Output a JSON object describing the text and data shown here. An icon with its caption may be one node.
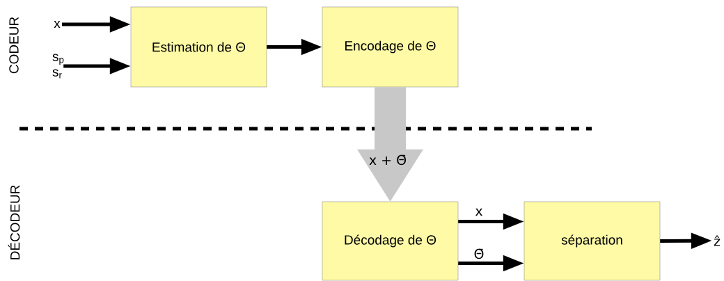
{
  "diagram": {
    "nodes": [
      {
        "text": [
          "x"
        ]
      },
      {
        "text": [
          "s$_{p}$ s$_{r}$"
        ]
      },
      {
        "text": [
          "Estimation de Θ"
        ]
      },
      {
        "text": [
          "Encodage de Θ"
        ]
      },
      {
        "text": [
          "Décodage de Θ"
        ]
      },
      {
        "text": [
          "séparation"
        ]
      },
      {
        "text": [
          "ẑ"
        ]
      }
    ],
    "edges": [
      {
        "from": 0,
        "to": 2,
        "arrow": "to"
      },
      {
        "from": 1,
        "to": 2,
        "arrow": "to"
      },
      {
        "from": 2,
        "to": 3,
        "arrow": "to"
      },
      {
        "from": 3,
        "to": 4,
        "arrow": "to",
        "label": "x + Θ̄",
        "style": "thick",
        "color": "#c8c8c8"
      },
      {
        "from": 4,
        "to": 5,
        "arrow": "to",
        "label": "x"
      },
      {
        "from": 4,
        "to": 5,
        "arrow": "to",
        "label": "Θ̄"
      },
      {
        "from": 5,
        "to": 6,
        "arrow": "to"
      }
    ],
    "labels": [
      "CODEUR",
      "DÉCODEUR"
    ]
  }
}
